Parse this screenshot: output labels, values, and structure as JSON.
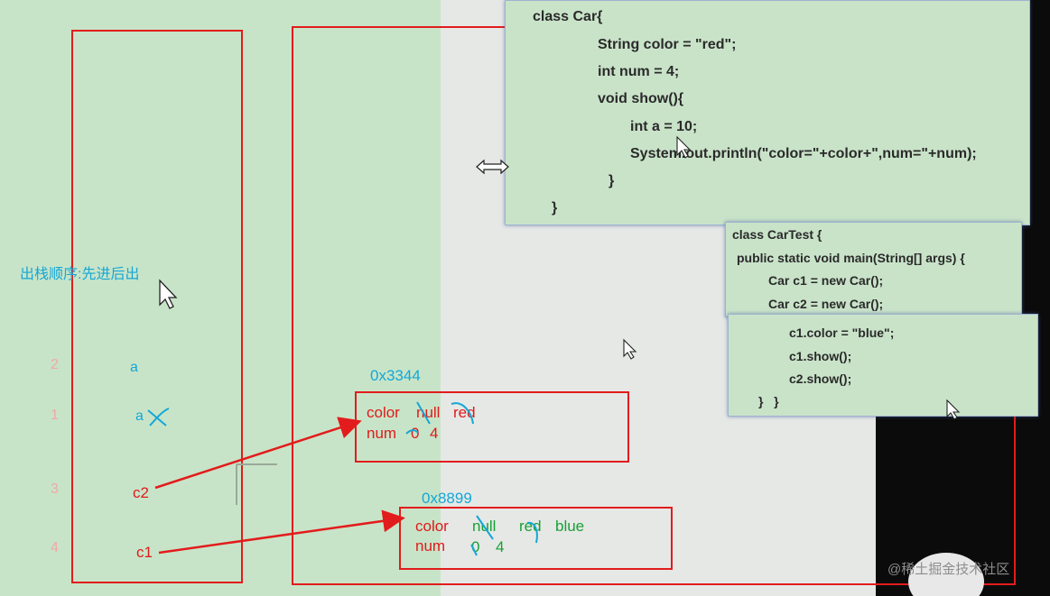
{
  "colors": {
    "accent_red": "#e21c1c",
    "cyan": "#14a7d6",
    "green": "#18a035"
  },
  "stack_title": "出栈顺序:先进后出",
  "stack": {
    "indices": [
      "2",
      "1",
      "3",
      "4"
    ],
    "vars": [
      "a",
      "a",
      "c2",
      "c1"
    ]
  },
  "heap": {
    "obj1": {
      "address": "0x3344",
      "row1": {
        "field": "color",
        "v1": "null",
        "v2": "red"
      },
      "row2": {
        "field": "num",
        "v1": "0",
        "v2": "4"
      }
    },
    "obj2": {
      "address": "0x8899",
      "row1": {
        "field": "color",
        "v1": "null",
        "v2": "red",
        "v3": "blue"
      },
      "row2": {
        "field": "num",
        "v1": "0",
        "v2": "4"
      }
    }
  },
  "code_car": [
    "class Car{",
    "String color = \"red\";",
    "int num = 4;",
    "void show(){",
    "int a = 10;",
    "System.out.println(\"color=\"+color+\",num=\"+num);",
    "}",
    "}"
  ],
  "code_cartest": [
    "class CarTest {",
    "public static void main(String[] args) {",
    "Car c1 = new Car();",
    "Car c2 = new Car();"
  ],
  "code_cartest2": [
    "c1.color = \"blue\";",
    "c1.show();",
    "c2.show();",
    "}   }"
  ],
  "watermark": "@稀土掘金技术社区",
  "icons": [
    "resize-horizontal-icon",
    "mouse-pointer-icon"
  ]
}
